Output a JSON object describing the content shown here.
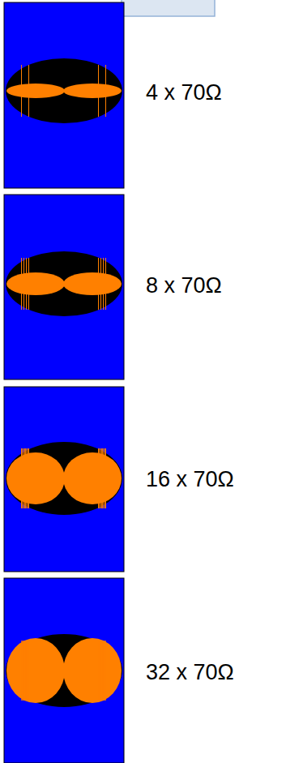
{
  "diagram": {
    "labels": [
      "4 x 70Ω",
      "8 x 70Ω",
      "16 x 70Ω",
      "32 x 70Ω"
    ]
  }
}
